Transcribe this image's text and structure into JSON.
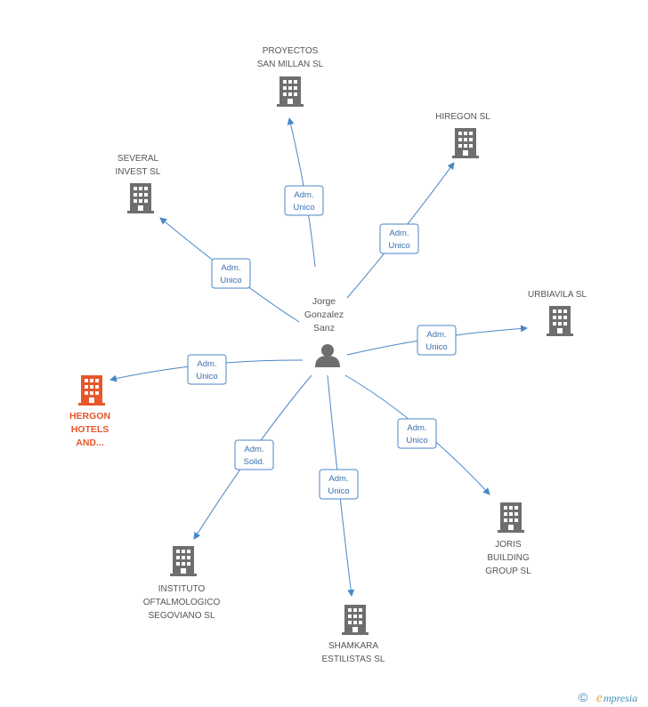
{
  "center": {
    "name_lines": [
      "Jorge",
      "Gonzalez",
      "Sanz"
    ],
    "icon": "person-icon"
  },
  "colors": {
    "edge": "#4a86c8",
    "company": "#6e6e6e",
    "focus_company": "#e8562a"
  },
  "companies": [
    {
      "id": "proyectos-san-millan",
      "lines": [
        "PROYECTOS",
        "SAN MILLAN SL"
      ],
      "role": [
        "Adm.",
        "Unico"
      ],
      "focus": false,
      "icon": "building-icon"
    },
    {
      "id": "hiregon",
      "lines": [
        "HIREGON SL"
      ],
      "role": [
        "Adm.",
        "Unico"
      ],
      "focus": false,
      "icon": "building-icon"
    },
    {
      "id": "several-invest",
      "lines": [
        "SEVERAL",
        "INVEST SL"
      ],
      "role": [
        "Adm.",
        "Unico"
      ],
      "focus": false,
      "icon": "building-icon"
    },
    {
      "id": "urbiavila",
      "lines": [
        "URBIAVILA  SL"
      ],
      "role": [
        "Adm.",
        "Unico"
      ],
      "focus": false,
      "icon": "building-icon"
    },
    {
      "id": "hergon-hotels",
      "lines": [
        "HERGON",
        "HOTELS",
        "AND..."
      ],
      "role": [
        "Adm.",
        "Unico"
      ],
      "focus": true,
      "icon": "building-icon"
    },
    {
      "id": "joris-building",
      "lines": [
        "JORIS",
        "BUILDING",
        "GROUP SL"
      ],
      "role": [
        "Adm.",
        "Unico"
      ],
      "focus": false,
      "icon": "building-icon"
    },
    {
      "id": "instituto-oftalmologico",
      "lines": [
        "INSTITUTO",
        "OFTALMOLOGICO",
        "SEGOVIANO SL"
      ],
      "role": [
        "Adm.",
        "Solid."
      ],
      "focus": false,
      "icon": "building-icon"
    },
    {
      "id": "shamkara-estilistas",
      "lines": [
        "SHAMKARA",
        "ESTILISTAS  SL"
      ],
      "role": [
        "Adm.",
        "Unico"
      ],
      "focus": false,
      "icon": "building-icon"
    }
  ],
  "footer": {
    "copyright": "©",
    "brand_initial": "e",
    "brand_rest": "mpresia"
  }
}
